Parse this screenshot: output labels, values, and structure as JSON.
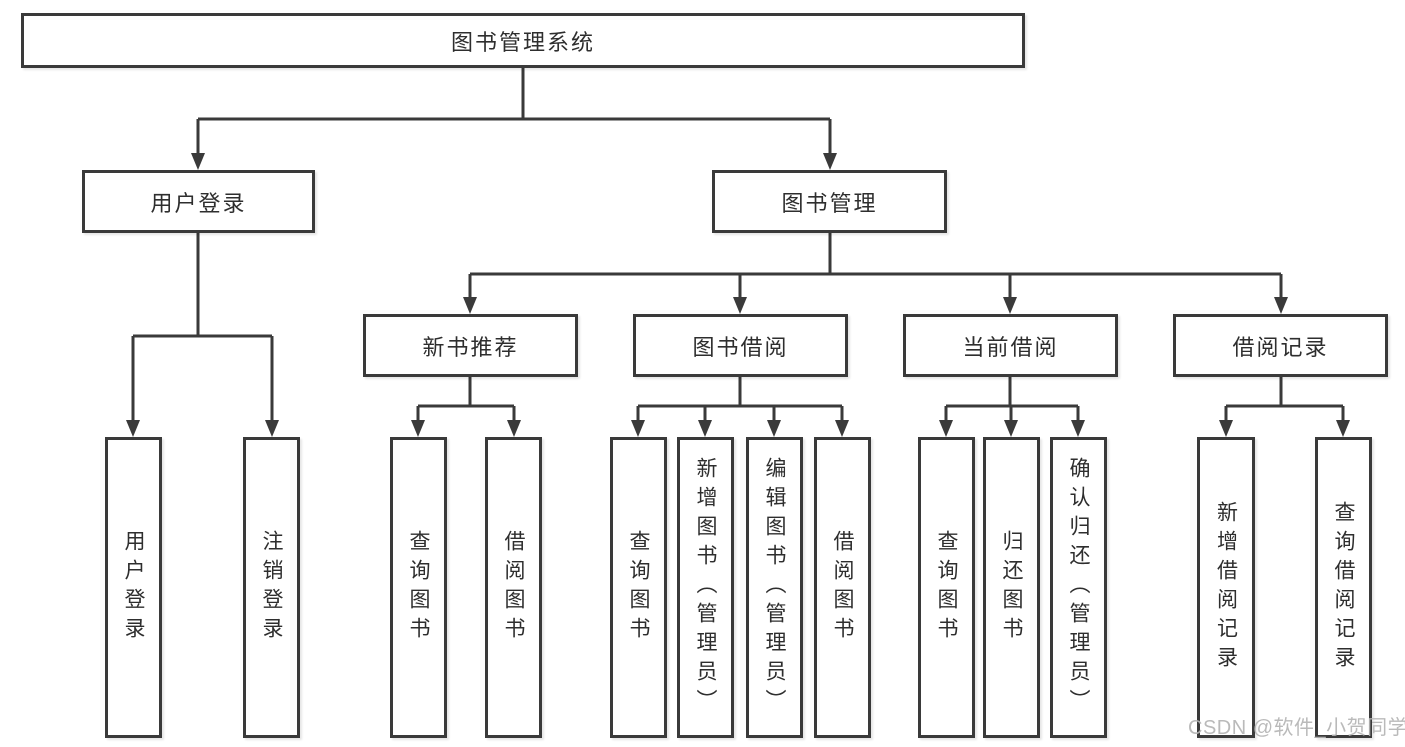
{
  "diagram": {
    "title": "图书管理系统",
    "tree": {
      "label": "图书管理系统",
      "children": [
        {
          "label": "用户登录",
          "children": [
            {
              "label": "用户登录"
            },
            {
              "label": "注销登录"
            }
          ]
        },
        {
          "label": "图书管理",
          "children": [
            {
              "label": "新书推荐",
              "children": [
                {
                  "label": "查询图书"
                },
                {
                  "label": "借阅图书"
                }
              ]
            },
            {
              "label": "图书借阅",
              "children": [
                {
                  "label": "查询图书"
                },
                {
                  "label": "新增图书（管理员）"
                },
                {
                  "label": "编辑图书（管理员）"
                },
                {
                  "label": "借阅图书"
                }
              ]
            },
            {
              "label": "当前借阅",
              "children": [
                {
                  "label": "查询图书"
                },
                {
                  "label": "归还图书"
                },
                {
                  "label": "确认归还（管理员）"
                }
              ]
            },
            {
              "label": "借阅记录",
              "children": [
                {
                  "label": "新增借阅记录"
                },
                {
                  "label": "查询借阅记录"
                }
              ]
            }
          ]
        }
      ]
    }
  },
  "watermark": {
    "text": "CSDN @软件_小贺同学"
  },
  "colors": {
    "line": "#3a3a3a",
    "text": "#2e2e2e",
    "box_background": "#ffffff",
    "watermark": "#b5b5b5",
    "background": "#ffffff"
  }
}
